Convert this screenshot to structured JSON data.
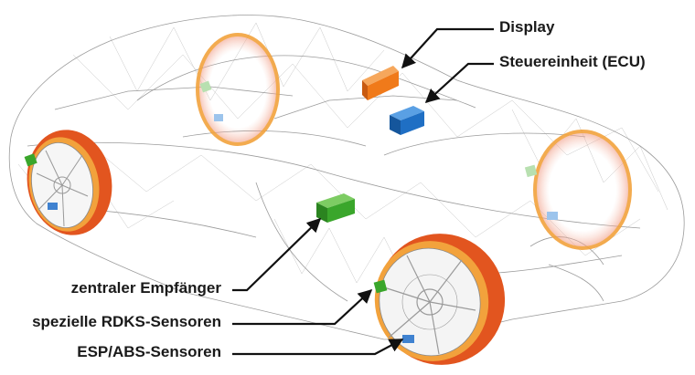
{
  "labels": {
    "display": "Display",
    "ecu": "Steuereinheit (ECU)",
    "central_receiver": "zentraler Empfänger",
    "rdks_sensors": "spezielle RDKS-Sensoren",
    "esp_abs_sensors": "ESP/ABS-Sensoren"
  },
  "colors": {
    "display_module": "#f07a1a",
    "ecu_module": "#1f6fc4",
    "receiver_module": "#3aa62b",
    "tire": "#e2551f",
    "rim_ring": "#f2a23c",
    "rear_wheel_glow": "#f4b0a0",
    "wireframe": "#8a8a8a",
    "leader_line": "#111111"
  }
}
